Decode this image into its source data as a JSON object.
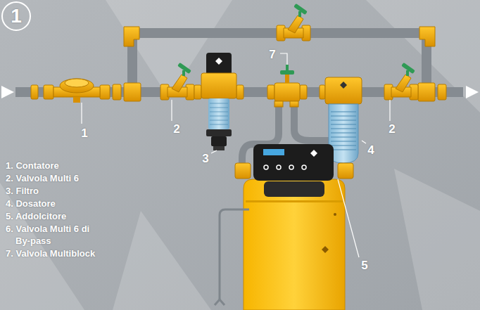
{
  "diagram": {
    "nodes": [
      {
        "text": [
          "1"
        ]
      }
    ],
    "labels": [
      "1",
      "2",
      "3",
      "7",
      "4",
      "2",
      "5",
      "1. Contatore",
      "2. Valvola Multi 6",
      "3. Filtro",
      "4. Dosatore",
      "5. Addolcitore",
      "6. Valvola Multi 6 di By-pass",
      "7. Valvola Multiblock"
    ]
  }
}
